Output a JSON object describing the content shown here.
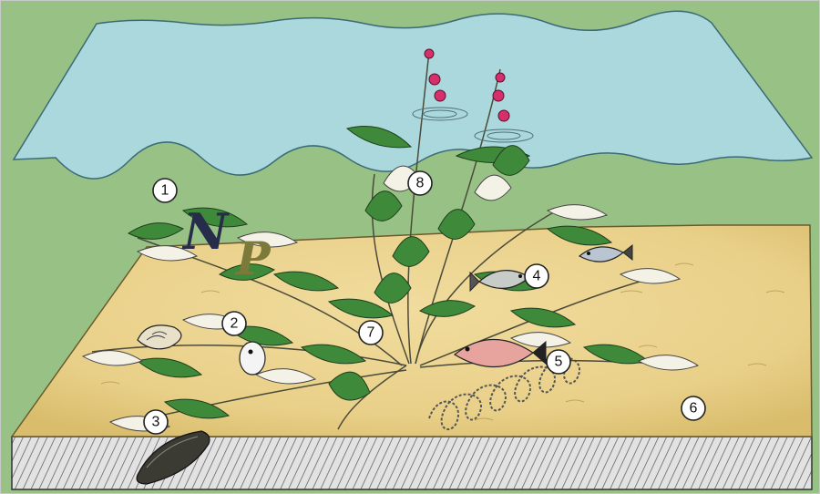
{
  "diagram": {
    "callouts": [
      {
        "label": "1"
      },
      {
        "label": "2"
      },
      {
        "label": "3"
      },
      {
        "label": "4"
      },
      {
        "label": "5"
      },
      {
        "label": "6"
      },
      {
        "label": "7"
      },
      {
        "label": "8"
      }
    ],
    "nutrient_letters": {
      "nitrogen": "N",
      "phosphorus": "P"
    },
    "colors": {
      "background": "#98c186",
      "water": "#aad8dd",
      "sediment_surface": "#ead28a",
      "soil_section": "#d6d6d6",
      "leaf": "#3f8a3a",
      "flower": "#d6306a"
    }
  }
}
